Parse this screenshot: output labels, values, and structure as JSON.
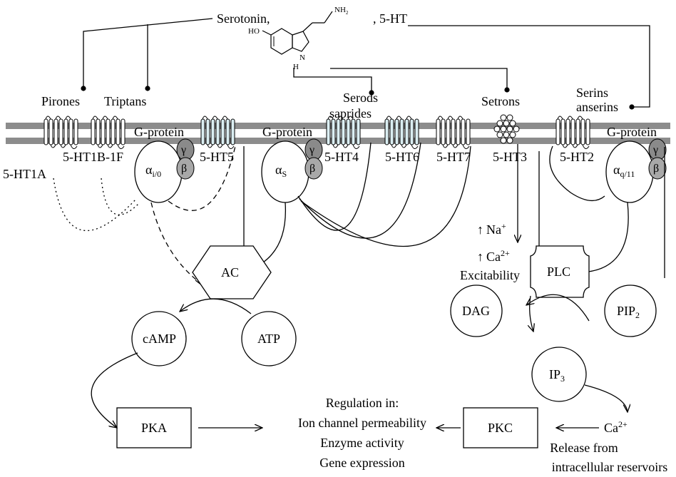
{
  "ligand": {
    "name": "Serotonin,",
    "abbr": ", 5-HT",
    "oh": "HO",
    "nh2": "NH",
    "nh2_sub": "2",
    "nh": "N",
    "nh_h": "H"
  },
  "drug_classes": {
    "pirones": "Pirones",
    "triptans": "Triptans",
    "serods": "Serods",
    "saprides": "saprides",
    "setrons": "Setrons",
    "serins": "Serins",
    "anserins": "anserins"
  },
  "receptors": {
    "ht1a": "5-HT1A",
    "ht1b1f": "5-HT1B-1F",
    "ht5": "5-HT5",
    "ht4": "5-HT4",
    "ht6": "5-HT6",
    "ht7": "5-HT7",
    "ht3": "5-HT3",
    "ht2": "5-HT2"
  },
  "gproteins": {
    "label": "G-protein",
    "alpha": "α",
    "alpha_i_sub": "i/0",
    "alpha_s_sub": "S",
    "alpha_q_sub": "q/11",
    "gamma": "γ",
    "beta": "β"
  },
  "ion_effects": {
    "up": "↑",
    "na": "Na",
    "na_sup": "+",
    "ca": "Ca",
    "ca_sup": "2+",
    "excitability": "Excitability"
  },
  "nodes": {
    "ac": "AC",
    "camp": "cAMP",
    "atp": "ATP",
    "pka": "PKA",
    "plc": "PLC",
    "dag": "DAG",
    "pip": "PIP",
    "pip_sub": "2",
    "ip": "IP",
    "ip_sub": "3",
    "pkc": "PKC",
    "ca": "Ca",
    "ca_sup": "2+"
  },
  "regulation": {
    "title": "Regulation in:",
    "items": [
      "Ion channel permeability",
      "Enzyme activity",
      "Gene expression"
    ]
  },
  "release": {
    "line1": "Release from",
    "line2": "intracellular reservoirs"
  },
  "colors": {
    "membrane": "#8c8c8c",
    "receptor_fill": "#dbeef2",
    "beta_fill": "#a8a8a8",
    "gamma_fill": "#8a8a8a",
    "line": "#000000"
  }
}
